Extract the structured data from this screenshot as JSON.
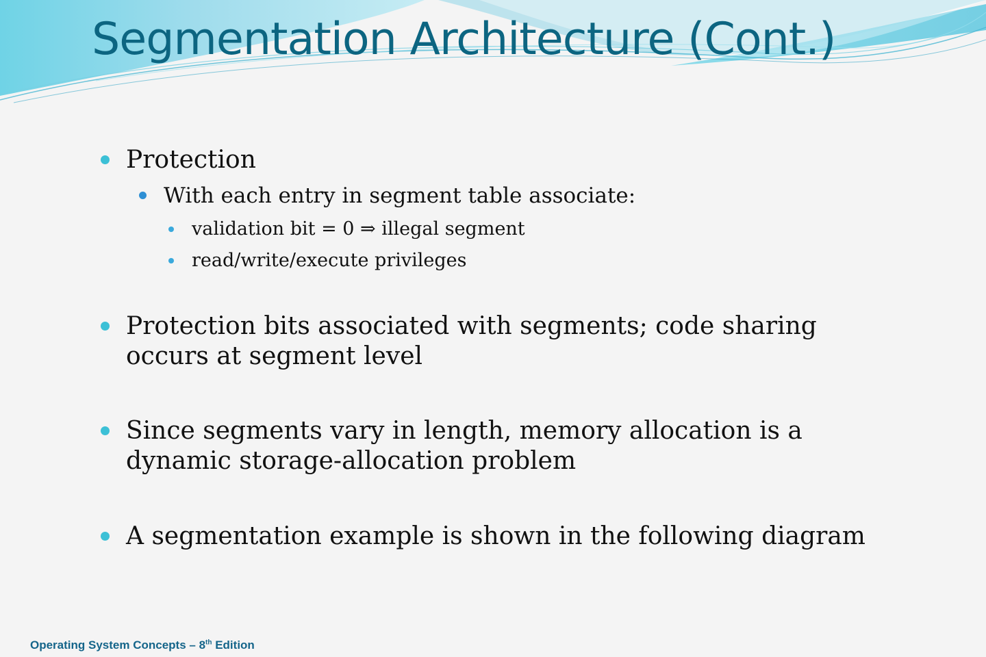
{
  "slide": {
    "title": "Segmentation Architecture (Cont.)",
    "bullets": [
      {
        "level": 1,
        "text": "Protection"
      },
      {
        "level": 2,
        "text": "With each entry in segment table associate:"
      },
      {
        "level": 3,
        "text": "validation bit = 0 ⇒ illegal segment"
      },
      {
        "level": 3,
        "text": "read/write/execute privileges"
      },
      {
        "level": 1,
        "text": "Protection bits associated with segments; code sharing occurs at segment level"
      },
      {
        "level": 1,
        "text": "Since segments vary in length, memory allocation is a dynamic storage-allocation problem"
      },
      {
        "level": 1,
        "text": "A segmentation example is shown in the following diagram"
      }
    ]
  },
  "footer": {
    "prefix": "Operating System Concepts – 8",
    "superscript": "th",
    "suffix": " Edition"
  },
  "theme": {
    "title_color": "#0c6581",
    "bullet_color": "#3cc0d6",
    "footer_color": "#15658a"
  }
}
